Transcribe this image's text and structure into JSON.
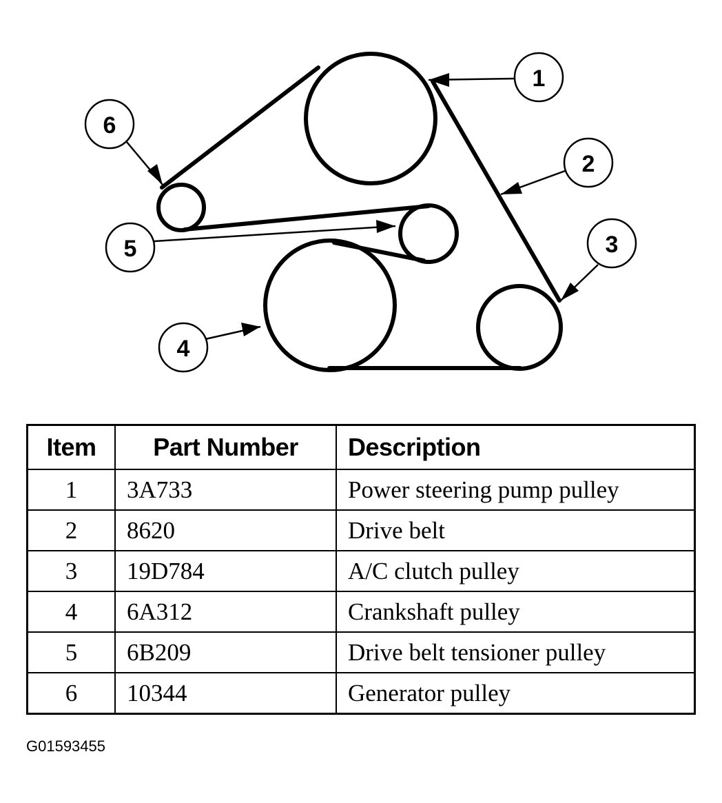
{
  "callouts": [
    "1",
    "2",
    "3",
    "4",
    "5",
    "6"
  ],
  "table": {
    "headers": {
      "item": "Item",
      "part_number": "Part Number",
      "description": "Description"
    },
    "rows": [
      {
        "item": "1",
        "part_number": "3A733",
        "description": "Power steering pump pulley"
      },
      {
        "item": "2",
        "part_number": "8620",
        "description": "Drive belt"
      },
      {
        "item": "3",
        "part_number": "19D784",
        "description": "A/C clutch pulley"
      },
      {
        "item": "4",
        "part_number": "6A312",
        "description": "Crankshaft pulley"
      },
      {
        "item": "5",
        "part_number": "6B209",
        "description": "Drive belt tensioner pulley"
      },
      {
        "item": "6",
        "part_number": "10344",
        "description": "Generator pulley"
      }
    ]
  },
  "figure_id": "G01593455"
}
